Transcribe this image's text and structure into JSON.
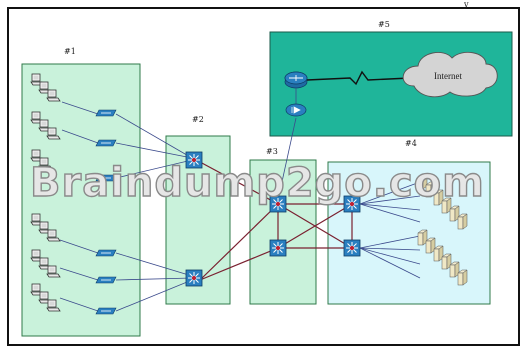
{
  "zones": {
    "z1": "#1",
    "z2": "#2",
    "z3": "#3",
    "z4": "#4",
    "z5": "#5"
  },
  "cloud_label": "Internet",
  "watermark": "Braindump2go.com",
  "top_caption": "y",
  "colors": {
    "zone_fill": "#c9f2db",
    "zone_stroke": "#2f7a4a",
    "zone4_fill": "#d8f6fb",
    "zone5_fill": "#1fb59a",
    "device": "#2a7fc0",
    "link_blue": "#3b4a8c",
    "link_red": "#7a2030"
  }
}
